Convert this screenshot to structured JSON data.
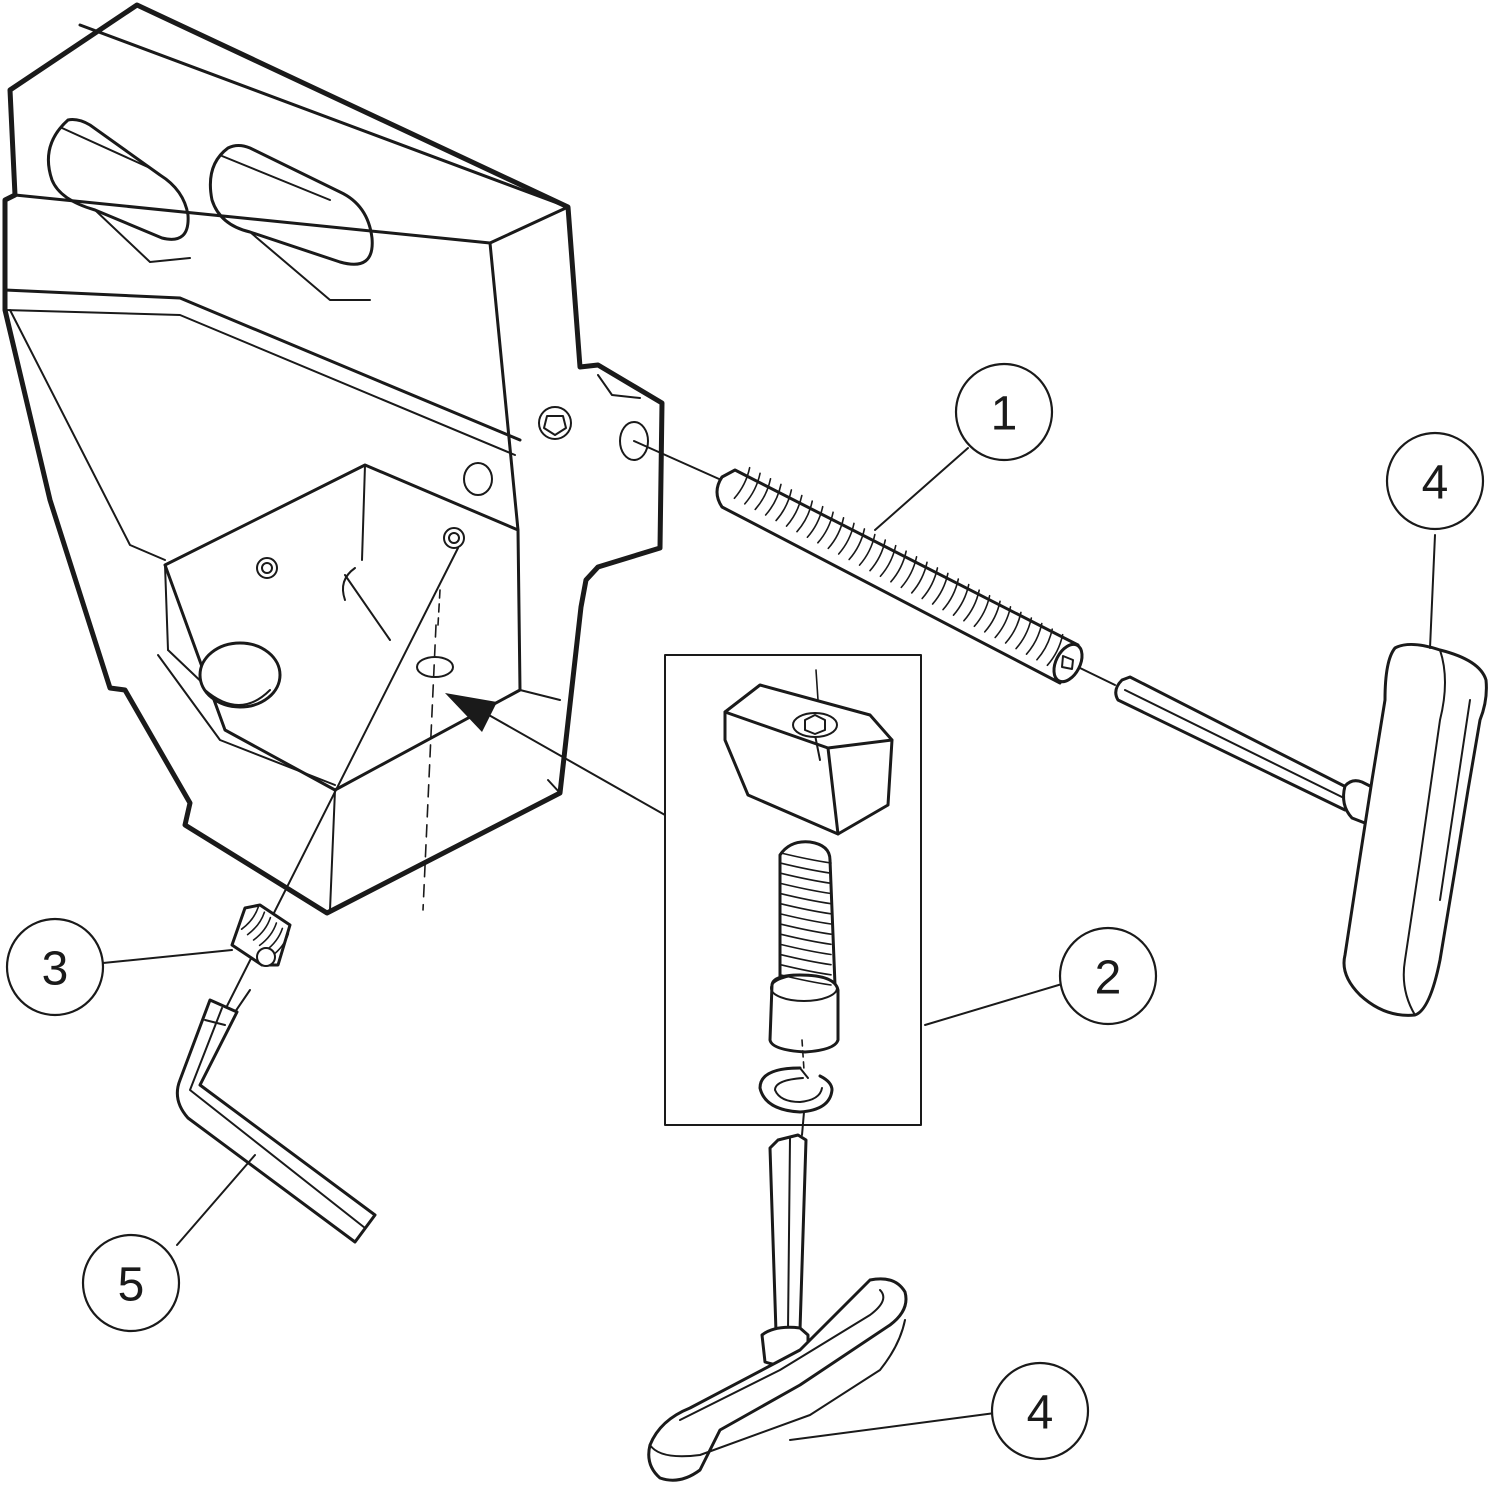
{
  "figure": {
    "type": "exploded-assembly-drawing",
    "callouts": [
      {
        "id": "c1",
        "label": "1",
        "part": "long-threaded-screw"
      },
      {
        "id": "c2",
        "label": "2",
        "part": "clamp-block-screw-assembly"
      },
      {
        "id": "c3",
        "label": "3",
        "part": "set-screw"
      },
      {
        "id": "c4a",
        "label": "4",
        "part": "t-handle-key"
      },
      {
        "id": "c4b",
        "label": "4",
        "part": "t-handle-key"
      },
      {
        "id": "c5",
        "label": "5",
        "part": "hex-key"
      }
    ]
  }
}
